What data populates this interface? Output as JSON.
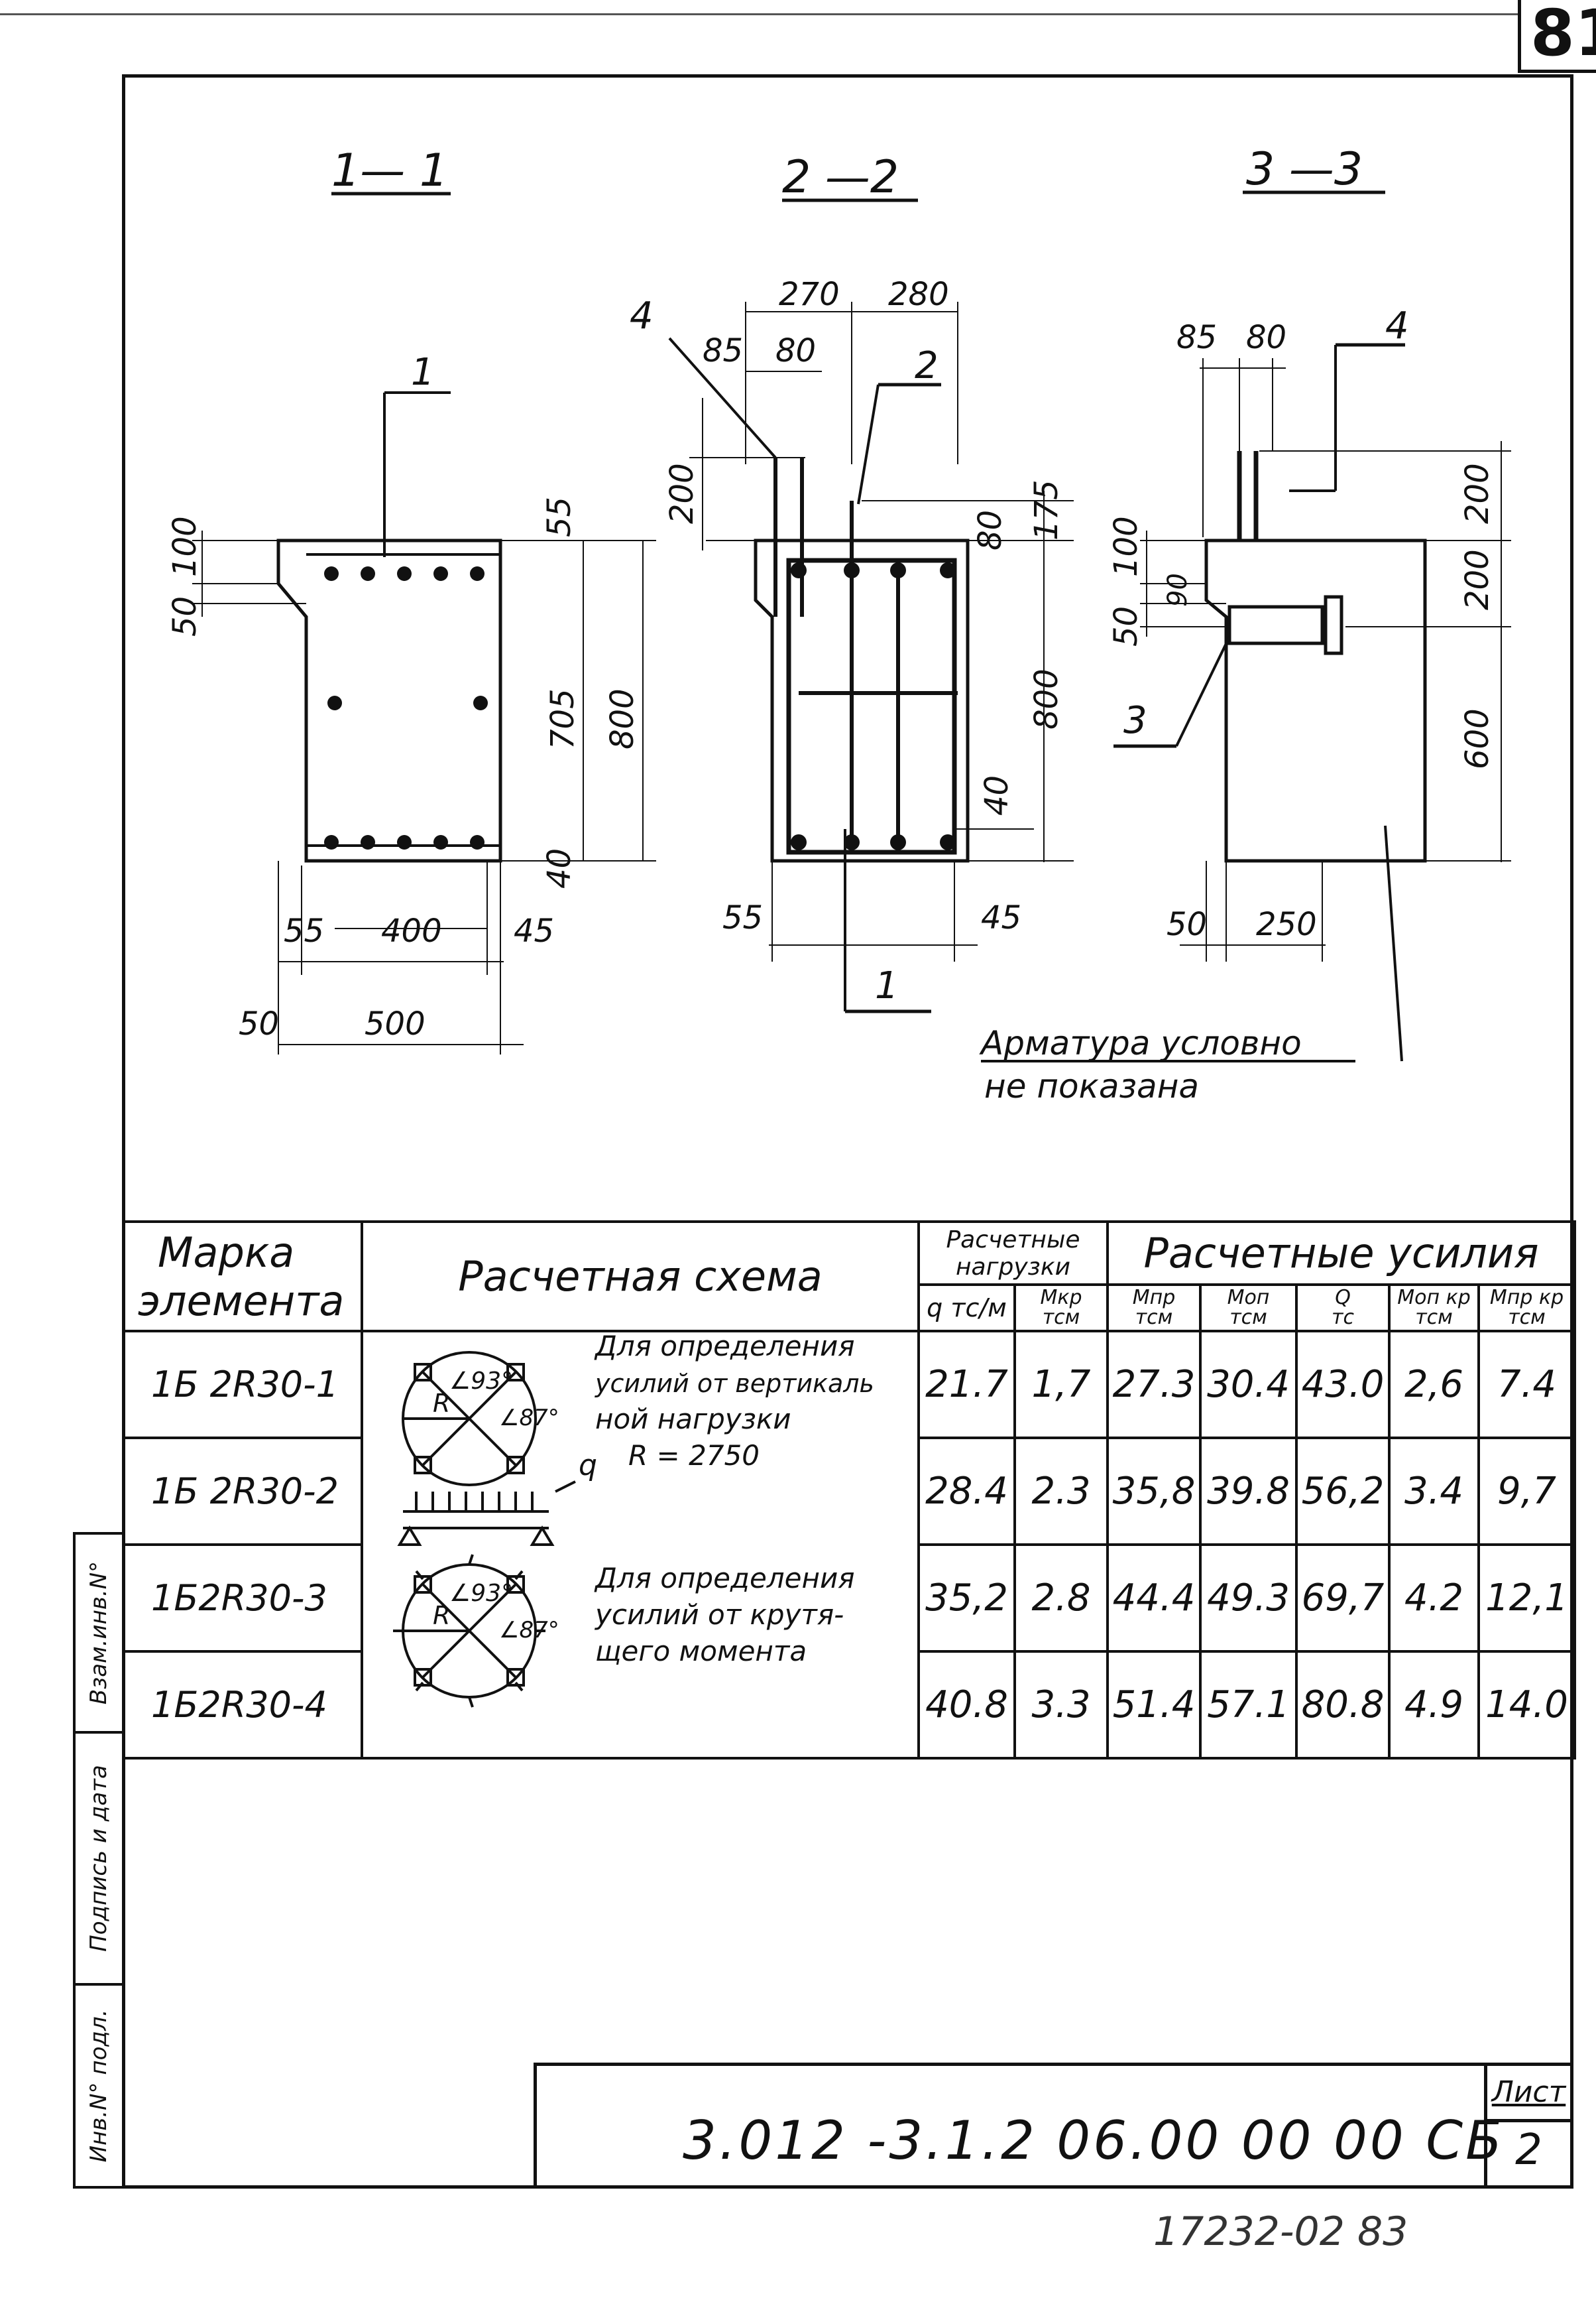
{
  "page_corner": "81",
  "sections": {
    "s1_title": "1— 1",
    "s2_title": "2 —2",
    "s3_title": "3 —3",
    "s1": {
      "callout": "1",
      "d100": "100",
      "d50": "50",
      "d55": "55",
      "d705": "705",
      "d800": "800",
      "d40": "40",
      "b55": "55",
      "b400": "400",
      "b45": "45",
      "b50": "50",
      "b500": "500"
    },
    "s2": {
      "callout4": "4",
      "d270": "270",
      "d280": "280",
      "d85": "85",
      "d80": "80",
      "callout2": "2",
      "d200": "200",
      "d175": "175",
      "d80b": "80",
      "d800": "800",
      "d40": "40",
      "b55": "55",
      "b45": "45",
      "callout1": "1"
    },
    "s3": {
      "d85": "85",
      "d80": "80",
      "callout4": "4",
      "d200a": "200",
      "d200b": "200",
      "d600": "600",
      "d100": "100",
      "d90": "90",
      "d50": "50",
      "callout3": "3",
      "b50": "50",
      "b250": "250"
    },
    "note_line1": "Арматура условно",
    "note_line2": "не показана"
  },
  "table": {
    "h_mark_1": "Марка",
    "h_mark_2": "элемента",
    "h_scheme": "Расчетная схема",
    "h_loads_1": "Расчетные",
    "h_loads_2": "нагрузки",
    "h_forces": "Расчетные усилия",
    "sub": {
      "q": "q тс/м",
      "mkr_1": "Мкр",
      "mkr_2": "тсм",
      "mpr_1": "Мпр",
      "mpr_2": "тсм",
      "mop_1": "Моп",
      "mop_2": "тсм",
      "qq_1": "Q",
      "qq_2": "тс",
      "mopkr_1": "Моп кр",
      "mopkr_2": "тсм",
      "mprkr_1": "Мпр кр",
      "mprkr_2": "тсм"
    },
    "rows": [
      {
        "mark": "1Б 2R30-1",
        "q": "21.7",
        "mkr": "1,7",
        "mpr": "27.3",
        "mop": "30.4",
        "qq": "43.0",
        "mopkr": "2,6",
        "mprkr": "7.4"
      },
      {
        "mark": "1Б 2R30-2",
        "q": "28.4",
        "mkr": "2.3",
        "mpr": "35,8",
        "mop": "39.8",
        "qq": "56,2",
        "mopkr": "3.4",
        "mprkr": "9,7"
      },
      {
        "mark": "1Б2R30-3",
        "q": "35,2",
        "mkr": "2.8",
        "mpr": "44.4",
        "mop": "49.3",
        "qq": "69,7",
        "mopkr": "4.2",
        "mprkr": "12,1"
      },
      {
        "mark": "1Б2R30-4",
        "q": "40.8",
        "mkr": "3.3",
        "mpr": "51.4",
        "mop": "57.1",
        "qq": "80.8",
        "mopkr": "4.9",
        "mprkr": "14.0"
      }
    ],
    "scheme": {
      "text1_l1": "Для определения",
      "text1_l2": "усилий от вертикаль",
      "text1_l3": "ной нагрузки",
      "text1_l4": "R = 2750",
      "text2_l1": "Для определения",
      "text2_l2": "усилий от крутя-",
      "text2_l3": "щего момента",
      "angle93": "∠93°",
      "angle87": "∠87°",
      "r": "R",
      "q": "q"
    }
  },
  "stamp": {
    "s1": "Инв.N° подл.",
    "s2": "Подпись и дата",
    "s3": "Взам.инв.N°"
  },
  "title_block": {
    "code": "3.012 -3.1.2   06.00 00 00 СБ",
    "sheet_label": "Лист",
    "sheet_num": "2"
  },
  "bottom_note": "17232-02   83"
}
